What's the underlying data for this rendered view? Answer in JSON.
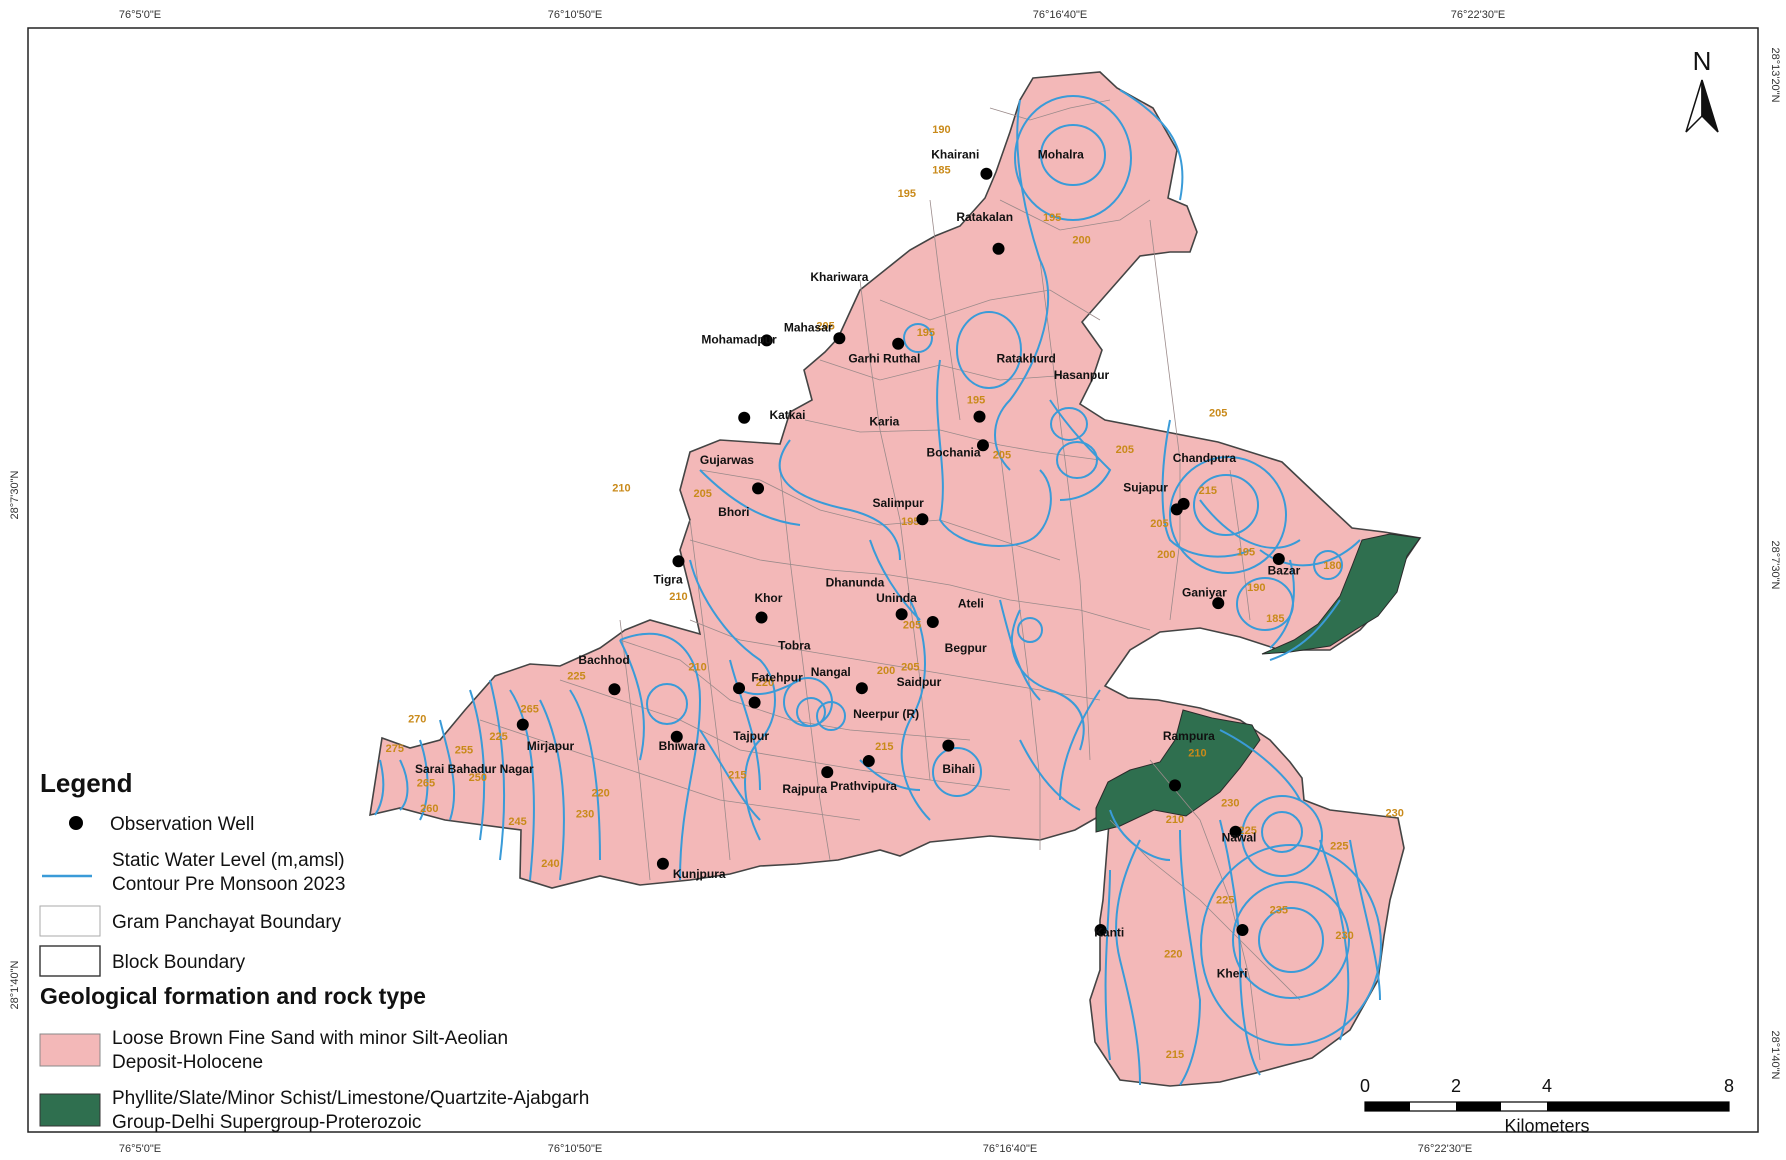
{
  "graticule": {
    "top": [
      "76°5'0\"E",
      "76°10'50\"E",
      "76°16'40\"E",
      "76°22'30\"E"
    ],
    "bottom": [
      "76°5'0\"E",
      "76°10'50\"E",
      "76°16'40\"E",
      "76°22'30\"E"
    ],
    "left": [
      "28°7'30\"N",
      "28°1'40\"N"
    ],
    "right": [
      "28°13'20\"N",
      "28°7'30\"N",
      "28°1'40\"N"
    ]
  },
  "north_arrow": {
    "label": "N"
  },
  "wells": [
    {
      "name": "Khairani",
      "lon": 0.536,
      "lat": 0.882
    },
    {
      "name": "Mohalra",
      "lon": 0.597,
      "lat": 0.882
    },
    {
      "name": "Ratakalan",
      "lon": 0.553,
      "lat": 0.825
    },
    {
      "name": "Khariwara",
      "lon": 0.469,
      "lat": 0.771
    },
    {
      "name": "Mahasar",
      "lon": 0.451,
      "lat": 0.725
    },
    {
      "name": "Mohamadpur",
      "lon": 0.411,
      "lat": 0.714
    },
    {
      "name": "Garhi Ruthal",
      "lon": 0.495,
      "lat": 0.697
    },
    {
      "name": "Ratakhurd",
      "lon": 0.577,
      "lat": 0.697
    },
    {
      "name": "Hasanpur",
      "lon": 0.609,
      "lat": 0.682
    },
    {
      "name": "Katkai",
      "lon": 0.439,
      "lat": 0.646
    },
    {
      "name": "Karia",
      "lon": 0.495,
      "lat": 0.64
    },
    {
      "name": "Bochania",
      "lon": 0.535,
      "lat": 0.612
    },
    {
      "name": "Gujarwas",
      "lon": 0.404,
      "lat": 0.605
    },
    {
      "name": "Chandpura",
      "lon": 0.68,
      "lat": 0.607
    },
    {
      "name": "Sujapur",
      "lon": 0.646,
      "lat": 0.58
    },
    {
      "name": "Bhori",
      "lon": 0.408,
      "lat": 0.558
    },
    {
      "name": "Salimpur",
      "lon": 0.503,
      "lat": 0.566
    },
    {
      "name": "Tigra",
      "lon": 0.37,
      "lat": 0.497
    },
    {
      "name": "Bazar",
      "lon": 0.726,
      "lat": 0.505
    },
    {
      "name": "Dhanunda",
      "lon": 0.478,
      "lat": 0.494
    },
    {
      "name": "Uninda",
      "lon": 0.502,
      "lat": 0.48
    },
    {
      "name": "Khor",
      "lon": 0.428,
      "lat": 0.48
    },
    {
      "name": "Ateli",
      "lon": 0.545,
      "lat": 0.475
    },
    {
      "name": "Ganiyar",
      "lon": 0.68,
      "lat": 0.485
    },
    {
      "name": "Tobra",
      "lon": 0.443,
      "lat": 0.437
    },
    {
      "name": "Begpur",
      "lon": 0.542,
      "lat": 0.435
    },
    {
      "name": "Bachhod",
      "lon": 0.333,
      "lat": 0.424
    },
    {
      "name": "Nangal",
      "lon": 0.464,
      "lat": 0.413
    },
    {
      "name": "Fatehpur",
      "lon": 0.433,
      "lat": 0.408
    },
    {
      "name": "Saidpur",
      "lon": 0.515,
      "lat": 0.404
    },
    {
      "name": "Neerpur (R)",
      "lon": 0.496,
      "lat": 0.375
    },
    {
      "name": "Tajpur",
      "lon": 0.418,
      "lat": 0.355
    },
    {
      "name": "Mirjapur",
      "lon": 0.302,
      "lat": 0.346
    },
    {
      "name": "Bhiwara",
      "lon": 0.378,
      "lat": 0.346
    },
    {
      "name": "Rampura",
      "lon": 0.671,
      "lat": 0.355
    },
    {
      "name": "Sarai Bahadur Nagar",
      "lon": 0.258,
      "lat": 0.325
    },
    {
      "name": "Bihali",
      "lon": 0.538,
      "lat": 0.325
    },
    {
      "name": "Prathvipura",
      "lon": 0.483,
      "lat": 0.31
    },
    {
      "name": "Rajpura",
      "lon": 0.449,
      "lat": 0.307
    },
    {
      "name": "Nawal",
      "lon": 0.7,
      "lat": 0.263
    },
    {
      "name": "Kunjpura",
      "lon": 0.388,
      "lat": 0.23
    },
    {
      "name": "Kanti",
      "lon": 0.625,
      "lat": 0.177
    },
    {
      "name": "Kheri",
      "lon": 0.696,
      "lat": 0.14
    }
  ],
  "well_points": [
    {
      "lon": 0.554,
      "lat": 0.868
    },
    {
      "lon": 0.561,
      "lat": 0.8
    },
    {
      "lon": 0.469,
      "lat": 0.719
    },
    {
      "lon": 0.427,
      "lat": 0.717
    },
    {
      "lon": 0.503,
      "lat": 0.714
    },
    {
      "lon": 0.414,
      "lat": 0.647
    },
    {
      "lon": 0.55,
      "lat": 0.648
    },
    {
      "lon": 0.552,
      "lat": 0.622
    },
    {
      "lon": 0.422,
      "lat": 0.583
    },
    {
      "lon": 0.517,
      "lat": 0.555
    },
    {
      "lon": 0.664,
      "lat": 0.564
    },
    {
      "lon": 0.668,
      "lat": 0.569
    },
    {
      "lon": 0.376,
      "lat": 0.517
    },
    {
      "lon": 0.723,
      "lat": 0.519
    },
    {
      "lon": 0.688,
      "lat": 0.479
    },
    {
      "lon": 0.505,
      "lat": 0.469
    },
    {
      "lon": 0.523,
      "lat": 0.462
    },
    {
      "lon": 0.424,
      "lat": 0.466
    },
    {
      "lon": 0.339,
      "lat": 0.401
    },
    {
      "lon": 0.482,
      "lat": 0.402
    },
    {
      "lon": 0.411,
      "lat": 0.402
    },
    {
      "lon": 0.42,
      "lat": 0.389
    },
    {
      "lon": 0.286,
      "lat": 0.369
    },
    {
      "lon": 0.375,
      "lat": 0.358
    },
    {
      "lon": 0.532,
      "lat": 0.35
    },
    {
      "lon": 0.486,
      "lat": 0.336
    },
    {
      "lon": 0.462,
      "lat": 0.326
    },
    {
      "lon": 0.663,
      "lat": 0.314
    },
    {
      "lon": 0.698,
      "lat": 0.272
    },
    {
      "lon": 0.367,
      "lat": 0.243
    },
    {
      "lon": 0.62,
      "lat": 0.183
    },
    {
      "lon": 0.702,
      "lat": 0.183
    }
  ],
  "contour_labels": [
    {
      "text": "190",
      "lon": 0.528,
      "lat": 0.905
    },
    {
      "text": "185",
      "lon": 0.528,
      "lat": 0.868
    },
    {
      "text": "195",
      "lon": 0.508,
      "lat": 0.847
    },
    {
      "text": "195",
      "lon": 0.592,
      "lat": 0.825
    },
    {
      "text": "200",
      "lon": 0.609,
      "lat": 0.805
    },
    {
      "text": "205",
      "lon": 0.461,
      "lat": 0.727
    },
    {
      "text": "195",
      "lon": 0.519,
      "lat": 0.721
    },
    {
      "text": "195",
      "lon": 0.548,
      "lat": 0.66
    },
    {
      "text": "205",
      "lon": 0.563,
      "lat": 0.61
    },
    {
      "text": "205",
      "lon": 0.634,
      "lat": 0.615
    },
    {
      "text": "205",
      "lon": 0.688,
      "lat": 0.648
    },
    {
      "text": "215",
      "lon": 0.682,
      "lat": 0.578
    },
    {
      "text": "210",
      "lon": 0.343,
      "lat": 0.58
    },
    {
      "text": "205",
      "lon": 0.39,
      "lat": 0.575
    },
    {
      "text": "195",
      "lon": 0.51,
      "lat": 0.55
    },
    {
      "text": "205",
      "lon": 0.654,
      "lat": 0.548
    },
    {
      "text": "200",
      "lon": 0.658,
      "lat": 0.52
    },
    {
      "text": "195",
      "lon": 0.704,
      "lat": 0.522
    },
    {
      "text": "190",
      "lon": 0.71,
      "lat": 0.49
    },
    {
      "text": "180",
      "lon": 0.754,
      "lat": 0.51
    },
    {
      "text": "185",
      "lon": 0.721,
      "lat": 0.462
    },
    {
      "text": "210",
      "lon": 0.376,
      "lat": 0.482
    },
    {
      "text": "205",
      "lon": 0.511,
      "lat": 0.456
    },
    {
      "text": "225",
      "lon": 0.317,
      "lat": 0.41
    },
    {
      "text": "210",
      "lon": 0.387,
      "lat": 0.418
    },
    {
      "text": "220",
      "lon": 0.426,
      "lat": 0.404
    },
    {
      "text": "200",
      "lon": 0.496,
      "lat": 0.415
    },
    {
      "text": "205",
      "lon": 0.51,
      "lat": 0.418
    },
    {
      "text": "215",
      "lon": 0.495,
      "lat": 0.346
    },
    {
      "text": "225",
      "lon": 0.272,
      "lat": 0.355
    },
    {
      "text": "220",
      "lon": 0.331,
      "lat": 0.304
    },
    {
      "text": "215",
      "lon": 0.41,
      "lat": 0.32
    },
    {
      "text": "210",
      "lon": 0.676,
      "lat": 0.34
    },
    {
      "text": "210",
      "lon": 0.663,
      "lat": 0.28
    },
    {
      "text": "230",
      "lon": 0.695,
      "lat": 0.295
    },
    {
      "text": "225",
      "lon": 0.705,
      "lat": 0.27
    },
    {
      "text": "225",
      "lon": 0.758,
      "lat": 0.256
    },
    {
      "text": "230",
      "lon": 0.79,
      "lat": 0.286
    },
    {
      "text": "235",
      "lon": 0.723,
      "lat": 0.198
    },
    {
      "text": "230",
      "lon": 0.761,
      "lat": 0.175
    },
    {
      "text": "225",
      "lon": 0.692,
      "lat": 0.207
    },
    {
      "text": "220",
      "lon": 0.662,
      "lat": 0.158
    },
    {
      "text": "215",
      "lon": 0.663,
      "lat": 0.067
    },
    {
      "text": "275",
      "lon": 0.212,
      "lat": 0.344
    },
    {
      "text": "270",
      "lon": 0.225,
      "lat": 0.371
    },
    {
      "text": "265",
      "lon": 0.23,
      "lat": 0.313
    },
    {
      "text": "260",
      "lon": 0.232,
      "lat": 0.29
    },
    {
      "text": "255",
      "lon": 0.252,
      "lat": 0.343
    },
    {
      "text": "250",
      "lon": 0.26,
      "lat": 0.318
    },
    {
      "text": "245",
      "lon": 0.283,
      "lat": 0.278
    },
    {
      "text": "240",
      "lon": 0.302,
      "lat": 0.24
    },
    {
      "text": "230",
      "lon": 0.322,
      "lat": 0.285
    },
    {
      "text": "265",
      "lon": 0.29,
      "lat": 0.38
    }
  ],
  "legend": {
    "title": "Legend",
    "items": [
      {
        "kind": "point",
        "label": "Observation Well"
      },
      {
        "kind": "line",
        "label_lines": [
          "Static Water Level (m,amsl)",
          "Contour Pre Monsoon 2023"
        ]
      },
      {
        "kind": "box",
        "label": "Gram Panchayat Boundary"
      },
      {
        "kind": "box",
        "label": "Block Boundary"
      }
    ],
    "geo_title": "Geological formation and rock type",
    "geo_items": [
      {
        "color": "#f3b8b8",
        "label_lines": [
          "Loose Brown Fine Sand with minor Silt-Aeolian",
          "Deposit-Holocene"
        ]
      },
      {
        "color": "#2f6f4f",
        "label_lines": [
          "Phyllite/Slate/Minor Schist/Limestone/Quartzite-Ajabgarh",
          "Group-Delhi Supergroup-Proterozoic"
        ]
      }
    ]
  },
  "scale_bar": {
    "ticks": [
      "0",
      "2",
      "4",
      "8"
    ],
    "unit": "Kilometers"
  },
  "colors": {
    "sand": "#f3b8b8",
    "rock": "#2f6f4f",
    "contour": "#3a9bd8",
    "contour_label": "#c98a1a",
    "boundary": "#444444",
    "gp_boundary": "#9a8a8a"
  }
}
